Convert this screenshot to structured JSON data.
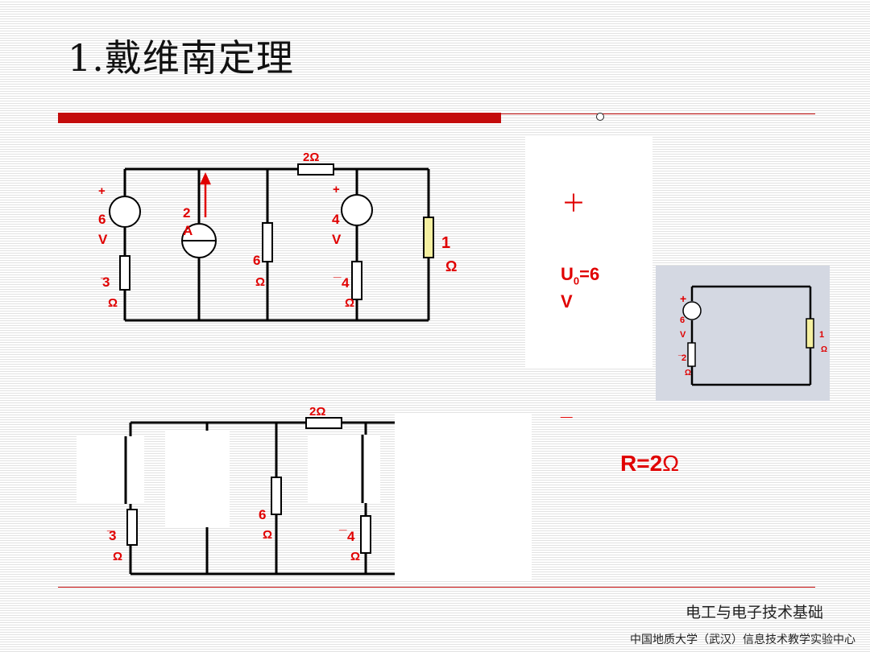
{
  "slide": {
    "title": "1.戴维南定理",
    "footer_course": "电工与电子技术基础",
    "footer_org": "中国地质大学（武汉）信息技术教学实验中心"
  },
  "circuit_top": {
    "top_resistor": "2Ω",
    "source1_plus": "+",
    "source1_value": [
      "6",
      "V"
    ],
    "source1_minus": "_",
    "r1": [
      "3",
      "Ω"
    ],
    "current_source": [
      "2",
      "A"
    ],
    "r_mid": [
      "6",
      "Ω"
    ],
    "source2_plus": "+",
    "source2_value": [
      "4",
      "V"
    ],
    "source2_minus": "_",
    "r2": [
      "4",
      "Ω"
    ],
    "load": [
      "1",
      "Ω"
    ]
  },
  "thevenin": {
    "plus": "＋",
    "u0": "U",
    "u0_sub": "0",
    "u0_value": "=6",
    "u0_unit": "V",
    "minus": "_",
    "resistance": "R=2",
    "resistance_unit": "Ω"
  },
  "equivalent": {
    "plus": "+",
    "source": [
      "6",
      "V"
    ],
    "minus": "_",
    "r": [
      "2",
      "Ω"
    ],
    "load": [
      "1",
      "Ω"
    ]
  },
  "circuit_bottom": {
    "top_resistor": "2Ω",
    "r1_minus": "_",
    "r1": [
      "3",
      "Ω"
    ],
    "r_mid": [
      "6",
      "Ω"
    ],
    "r2_minus": "_",
    "r2": [
      "4",
      "Ω"
    ]
  },
  "colors": {
    "accent": "#c40c0c",
    "label": "#e00000",
    "load_fill": "#f5f0a0",
    "equivalent_bg": "#d4d8e2"
  }
}
